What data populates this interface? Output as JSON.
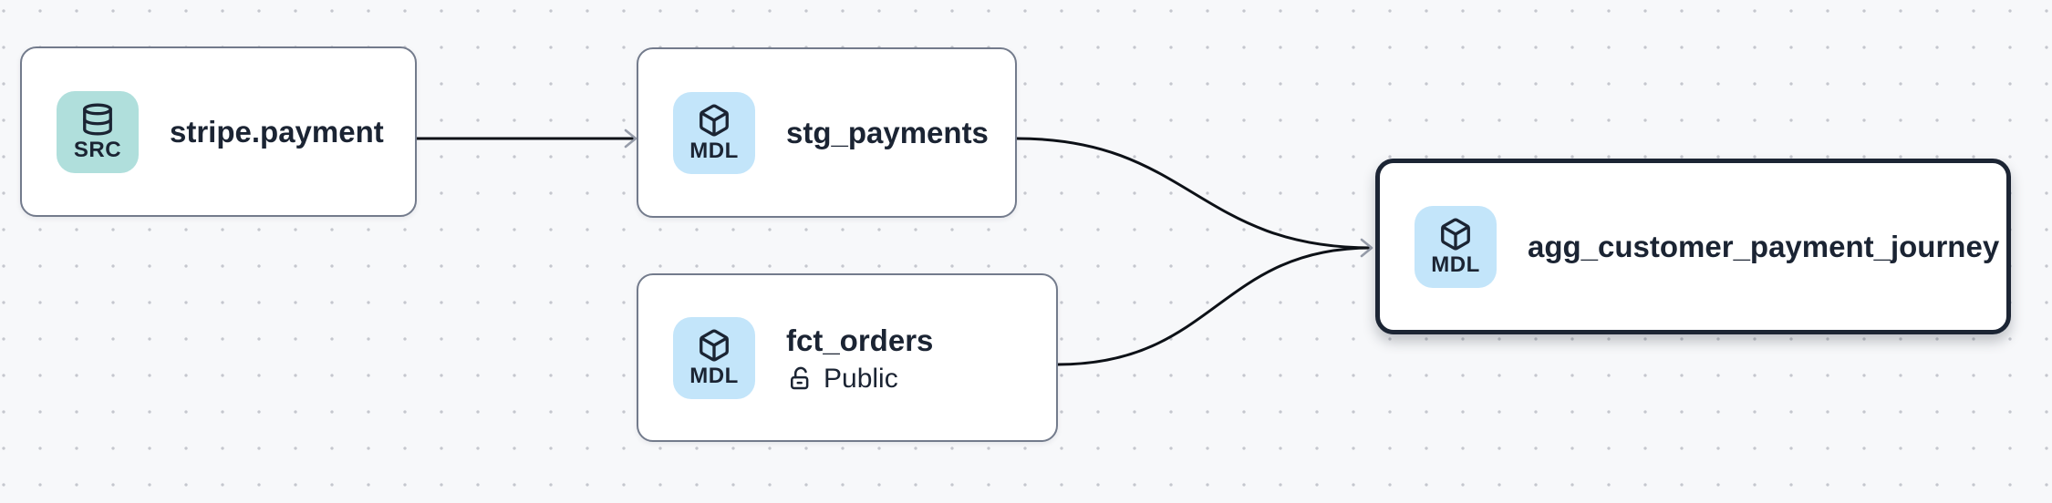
{
  "canvas": {
    "background_color": "#f7f8fa",
    "dot_color": "#c5c7ce"
  },
  "colors": {
    "node_border": "#737b8c",
    "selected_node_border": "#1c2534",
    "edge": "#0d1117",
    "arrowhead": "#979daa",
    "text": "#1b2433",
    "src_badge_bg": "#b0dfdc",
    "mdl_badge_bg": "#c3e5fa"
  },
  "nodes": [
    {
      "title": "stripe.payment",
      "badge": "SRC",
      "icon": "database-icon",
      "type": "source",
      "selected": false
    },
    {
      "title": "stg_payments",
      "badge": "MDL",
      "icon": "cube-icon",
      "type": "model",
      "selected": false
    },
    {
      "title": "fct_orders",
      "badge": "MDL",
      "icon": "cube-icon",
      "type": "model",
      "access": "Public",
      "selected": false
    },
    {
      "title": "agg_customer_payment_journey",
      "badge": "MDL",
      "icon": "cube-icon",
      "type": "model",
      "selected": true
    }
  ],
  "edges": [
    {
      "from": "stripe.payment",
      "to": "stg_payments"
    },
    {
      "from": "stg_payments",
      "to": "agg_customer_payment_journey"
    },
    {
      "from": "fct_orders",
      "to": "agg_customer_payment_journey"
    }
  ]
}
